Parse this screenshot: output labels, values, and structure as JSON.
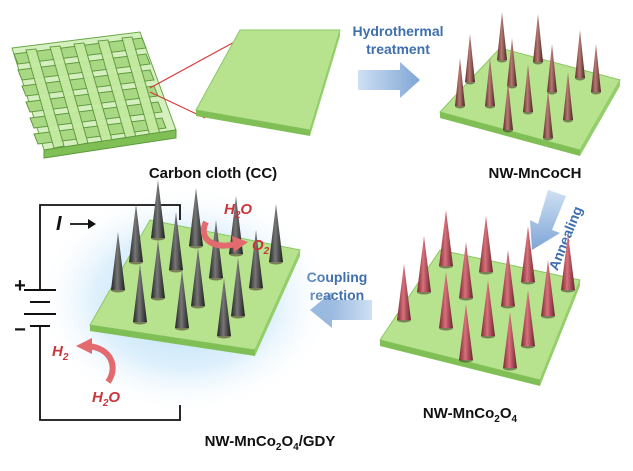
{
  "labels": {
    "carbon_cloth": "Carbon cloth (CC)",
    "nw_mncoch": "NW-MnCoCH",
    "nw_mnco2o4_prefix": "NW-MnCo",
    "nw_mnco2o4_sub1": "2",
    "nw_mnco2o4_mid": "O",
    "nw_mnco2o4_sub2": "4",
    "nw_gdy_prefix": "NW-MnCo",
    "nw_gdy_sub1": "2",
    "nw_gdy_mid": "O",
    "nw_gdy_sub2": "4",
    "nw_gdy_suffix": "/GDY"
  },
  "steps": {
    "hydrothermal_line1": "Hydrothermal",
    "hydrothermal_line2": "treatment",
    "annealing": "Annealing",
    "coupling_line1": "Coupling",
    "coupling_line2": "reaction"
  },
  "circuit": {
    "current": "I",
    "plus": "+",
    "minus": "−"
  },
  "reactions": {
    "anode_in": "H",
    "anode_in_sub": "2",
    "anode_in_end": "O",
    "anode_out": "O",
    "anode_out_sub": "2",
    "cathode_out": "H",
    "cathode_out_sub": "2",
    "cathode_in": "H",
    "cathode_in_sub": "2",
    "cathode_in_end": "O"
  },
  "colors": {
    "substrate": "#b7e28e",
    "substrate_side": "#7fbf55",
    "spike_brown": "#8a4a48",
    "spike_red": "#b34a55",
    "spike_dark": "#3a3a3a",
    "arrow_blue": "#8fb3de",
    "reaction_red": "#d84a50"
  }
}
